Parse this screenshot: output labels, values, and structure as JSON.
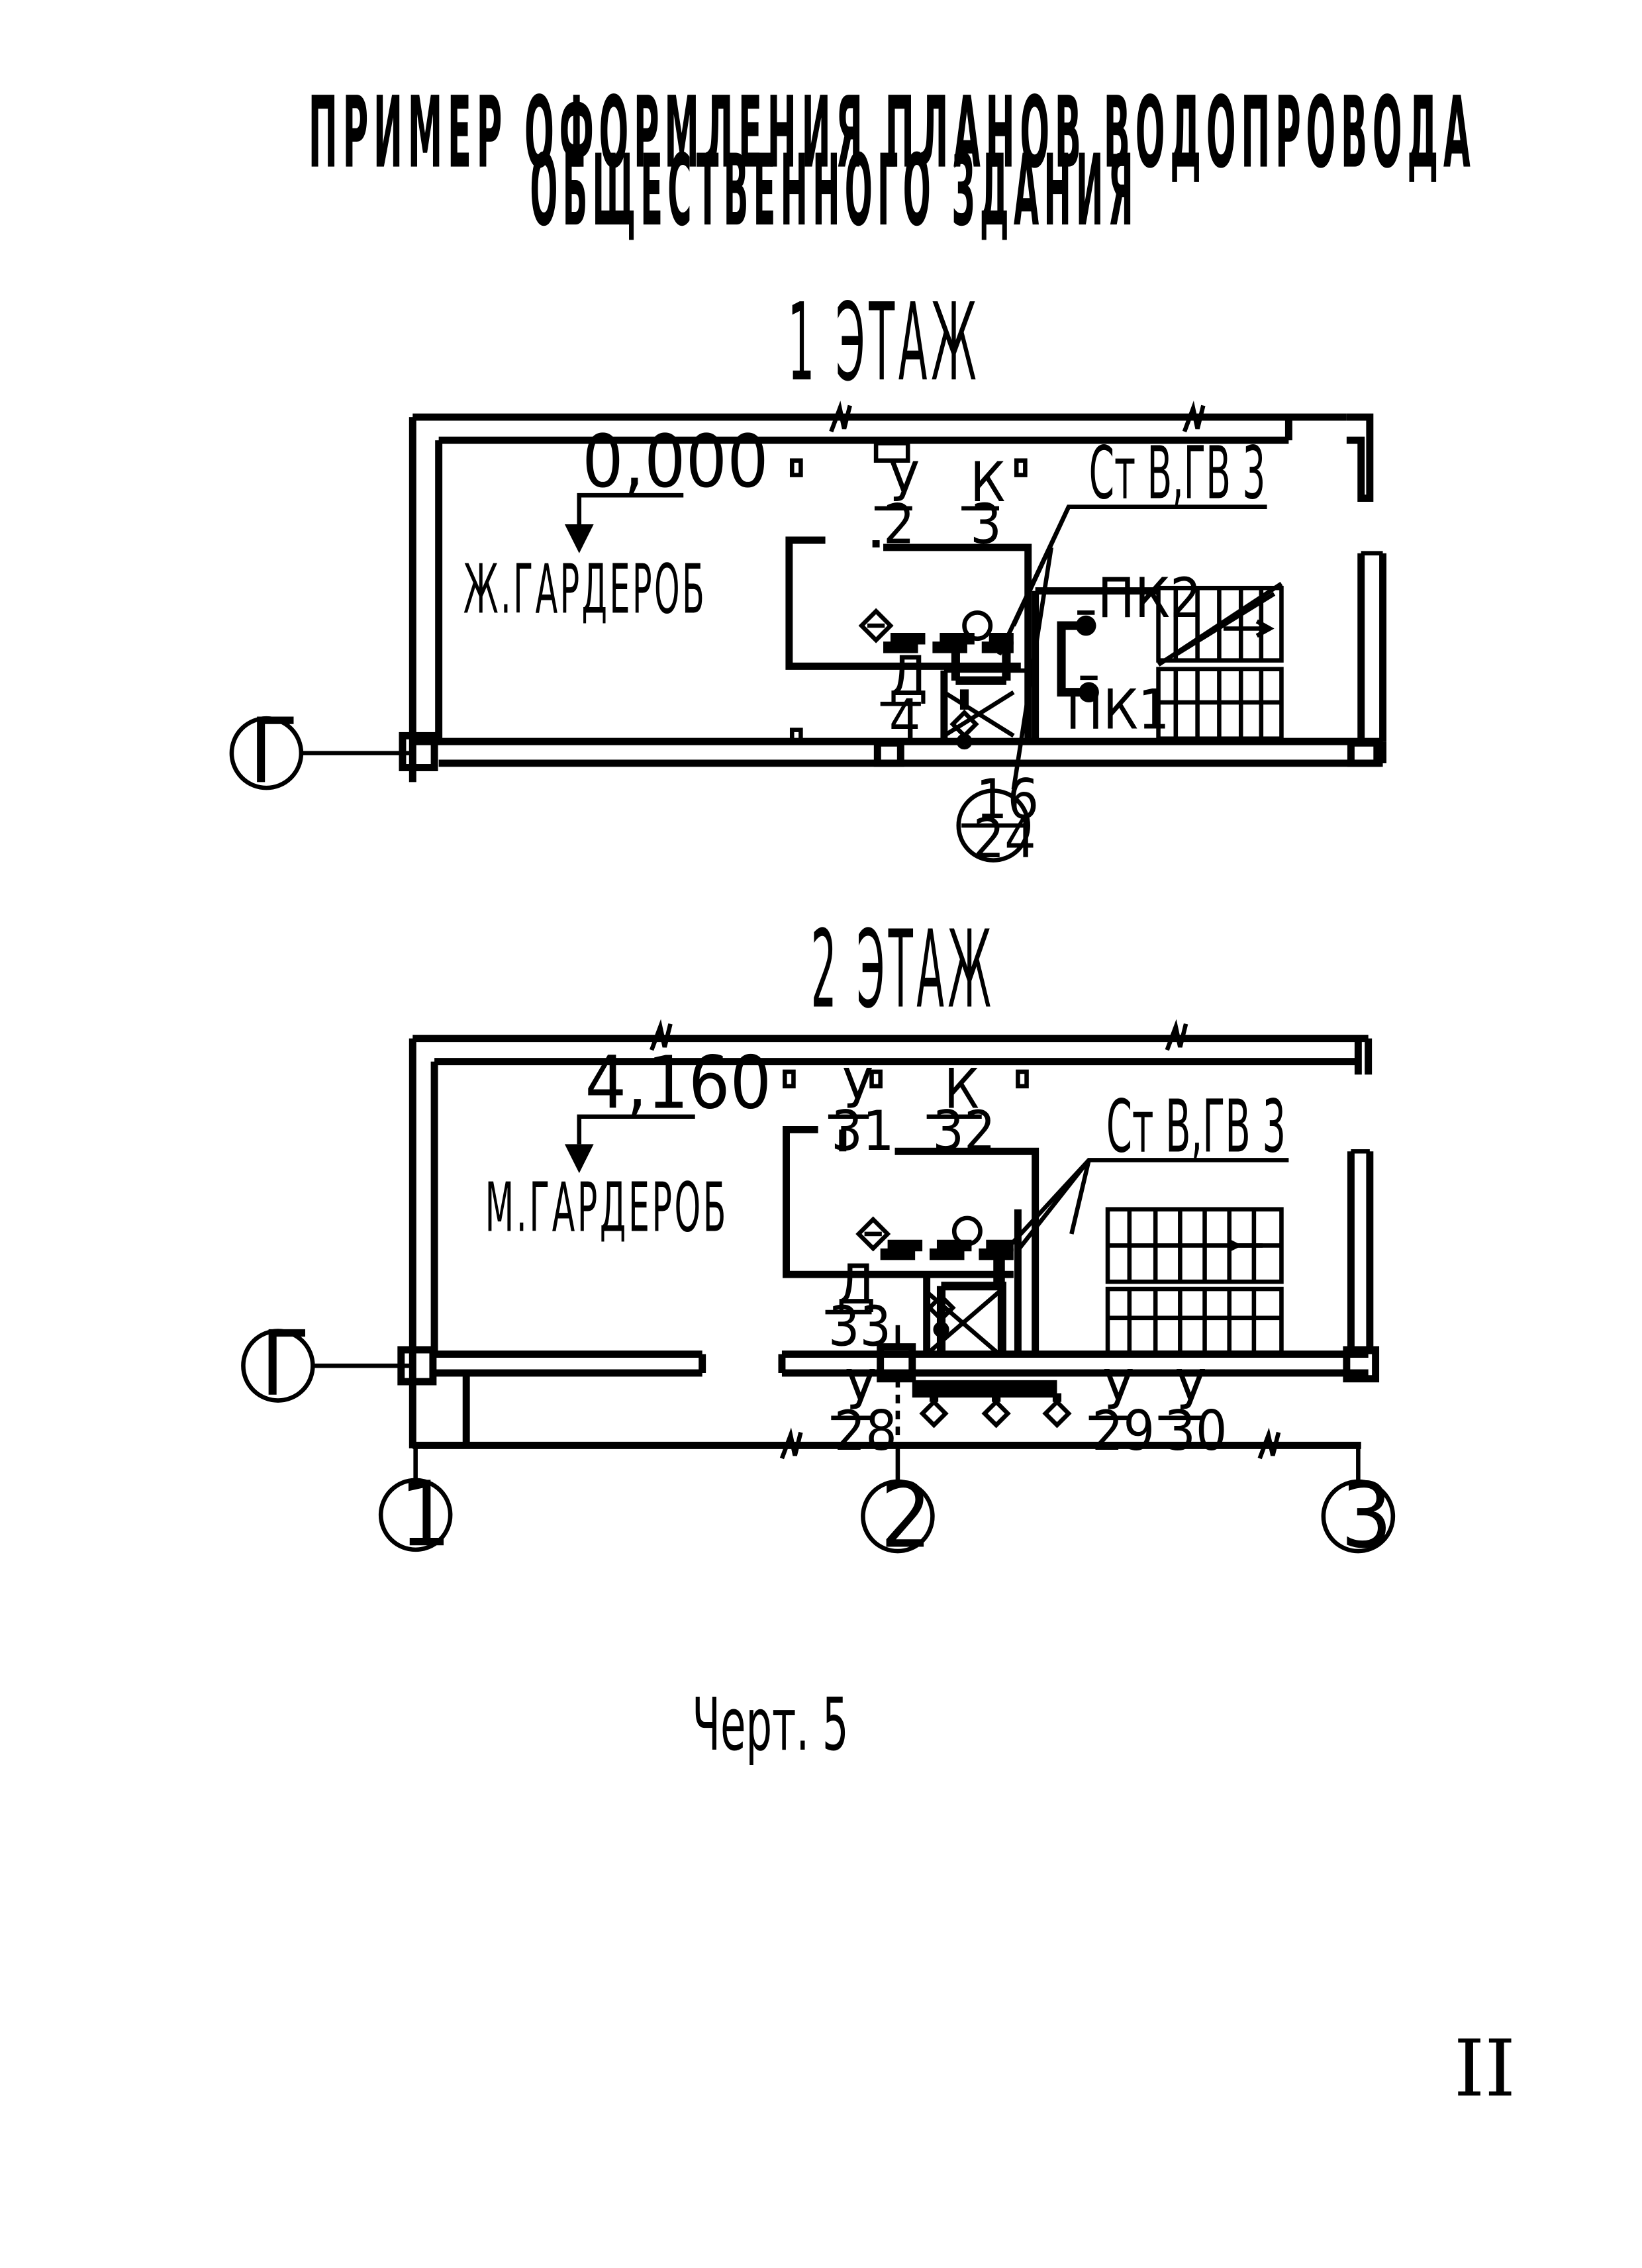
{
  "title": {
    "line1": "ПРИМЕР ОФОРМЛЕНИЯ ПЛАНОВ ВОДОПРОВОДА",
    "line2": "ОБЩЕСТВЕННОГО ЗДАНИЯ"
  },
  "floor1": {
    "heading": "1 ЭТАЖ",
    "elevation": "0,000",
    "room": "Ж.ГАРДЕРОБ",
    "riser": "Ст В,ГВ 3",
    "labels": {
      "u_num": "У",
      "u_den": "2",
      "k_num": "К",
      "k_den": "3",
      "d_num": "Д",
      "d_den": "4",
      "hydrant2": "ПК2",
      "hydrant1": "ПК1",
      "node_num": "16",
      "node_den": "24",
      "axis_g": "Г"
    }
  },
  "floor2": {
    "heading": "2 ЭТАЖ",
    "elevation": "4,160",
    "room": "М.ГАРДЕРОБ",
    "riser": "Ст В,ГВ 3",
    "labels": {
      "u1_num": "У",
      "u1_den": "31",
      "k_num": "К",
      "k_den": "32",
      "d_num": "Д",
      "d_den": "33",
      "u2_num": "У",
      "u2_den": "28",
      "u3_num": "У",
      "u3_den": "29",
      "u4_num": "У",
      "u4_den": "30",
      "axis_g": "Г",
      "axis_1": "1",
      "axis_2": "2",
      "axis_3": "3"
    }
  },
  "caption": "Черт. 5",
  "page_number": "II"
}
